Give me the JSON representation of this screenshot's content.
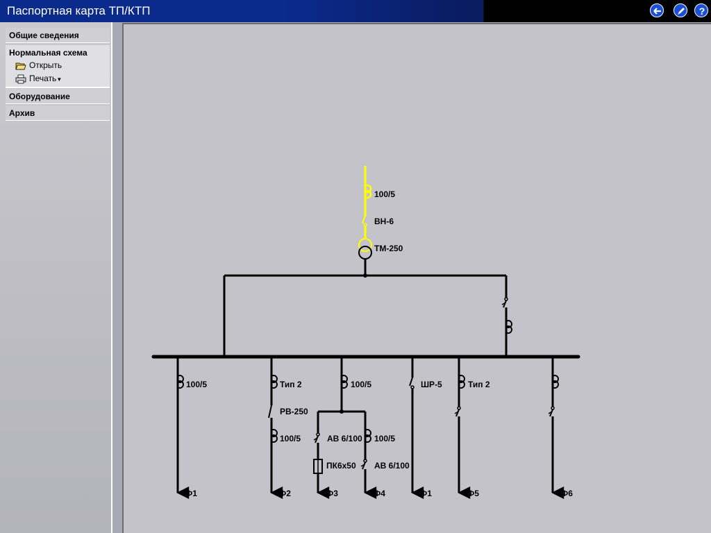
{
  "window": {
    "title": "Паспортная карта ТП/КТП"
  },
  "titlebar_buttons": [
    {
      "name": "back-icon"
    },
    {
      "name": "edit-icon"
    },
    {
      "name": "help-icon",
      "glyph": "?"
    }
  ],
  "sidebar": {
    "sections": [
      {
        "label": "Общие сведения"
      },
      {
        "label": "Нормальная схема",
        "items": [
          {
            "label": "Открыть",
            "icon": "folder-open-icon"
          },
          {
            "label": "Печать",
            "icon": "printer-icon"
          }
        ]
      },
      {
        "label": "Оборудование"
      },
      {
        "label": "Архив"
      }
    ]
  },
  "diagram": {
    "input": {
      "ct": "100/5",
      "switch": "ВН-6",
      "transformer": "ТМ-250"
    },
    "feeders": [
      {
        "labels": [
          "100/5"
        ],
        "name": "Ф1"
      },
      {
        "labels": [
          "Тип 2",
          "РВ-250",
          "100/5"
        ],
        "name": "Ф2"
      },
      {
        "labels": [
          "100/5"
        ],
        "name": "Ф3"
      },
      {
        "labels": [
          "АВ 6/100",
          "100/5",
          "ПК6х50",
          "АВ 6/100"
        ],
        "name": "Ф4"
      },
      {
        "labels": [
          "ШР-5"
        ],
        "name": "Ф1"
      },
      {
        "labels": [
          "Тип 2"
        ],
        "name": "Ф5"
      },
      {
        "labels": [],
        "name": "Ф6"
      }
    ]
  },
  "colors": {
    "energized": "#ffff00",
    "line": "#000000",
    "canvas": "#c4c3c9",
    "sidebar": "#b3b3ba",
    "title_bar": "#0a2a8c"
  }
}
